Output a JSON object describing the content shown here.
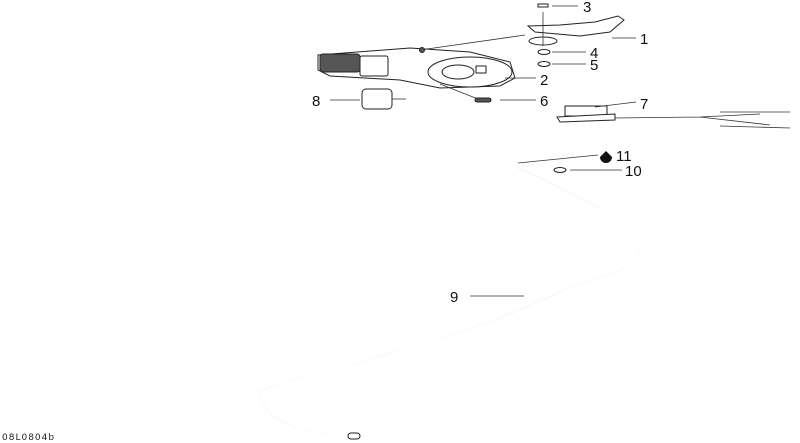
{
  "diagram": {
    "reference_code": "08L0804b",
    "callouts": [
      {
        "number": "1",
        "part": "throttle-lever"
      },
      {
        "number": "2",
        "part": "throttle-housing-cover"
      },
      {
        "number": "3",
        "part": "pin"
      },
      {
        "number": "4",
        "part": "washer"
      },
      {
        "number": "5",
        "part": "clip"
      },
      {
        "number": "6",
        "part": "spring"
      },
      {
        "number": "7",
        "part": "switch-module"
      },
      {
        "number": "8",
        "part": "switch-cap"
      },
      {
        "number": "9",
        "part": "throttle-cable"
      },
      {
        "number": "10",
        "part": "clip"
      },
      {
        "number": "11",
        "part": "lubricant"
      }
    ],
    "line_color": "#222222",
    "background": "#ffffff"
  }
}
